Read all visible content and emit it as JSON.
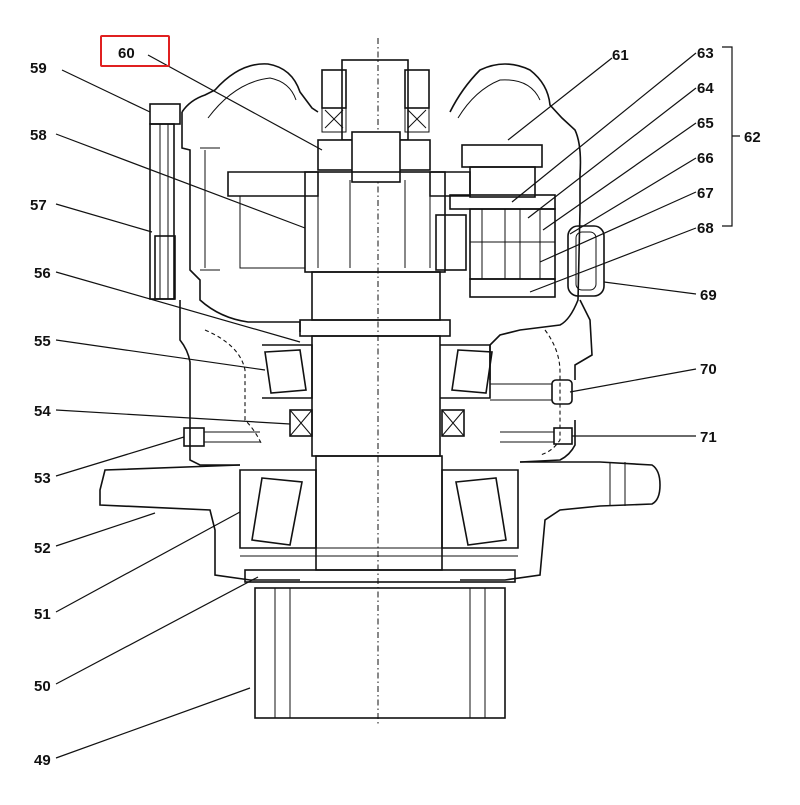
{
  "highlight_color": "#e02020",
  "callouts": [
    {
      "id": "49",
      "text": "49"
    },
    {
      "id": "50",
      "text": "50"
    },
    {
      "id": "51",
      "text": "51"
    },
    {
      "id": "52",
      "text": "52"
    },
    {
      "id": "53",
      "text": "53"
    },
    {
      "id": "54",
      "text": "54"
    },
    {
      "id": "55",
      "text": "55"
    },
    {
      "id": "56",
      "text": "56"
    },
    {
      "id": "57",
      "text": "57"
    },
    {
      "id": "58",
      "text": "58"
    },
    {
      "id": "59",
      "text": "59"
    },
    {
      "id": "60",
      "text": "60",
      "highlighted": true
    },
    {
      "id": "61",
      "text": "61"
    },
    {
      "id": "62",
      "text": "62"
    },
    {
      "id": "63",
      "text": "63"
    },
    {
      "id": "64",
      "text": "64"
    },
    {
      "id": "65",
      "text": "65"
    },
    {
      "id": "66",
      "text": "66"
    },
    {
      "id": "67",
      "text": "67"
    },
    {
      "id": "68",
      "text": "68"
    },
    {
      "id": "69",
      "text": "69"
    },
    {
      "id": "70",
      "text": "70"
    },
    {
      "id": "71",
      "text": "71"
    }
  ]
}
